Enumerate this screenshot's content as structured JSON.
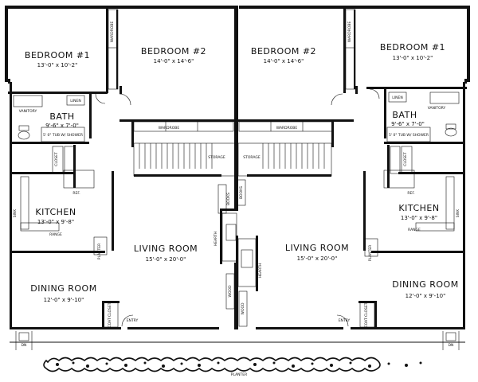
{
  "rooms": {
    "bedroom1_left": {
      "name": "BEDROOM #1",
      "dims": "13'-0\" x 10'-2\""
    },
    "bedroom2_left": {
      "name": "BEDROOM #2",
      "dims": "14'-0\" x 14'-6\""
    },
    "bedroom2_right": {
      "name": "BEDROOM #2",
      "dims": "14'-0\" x 14'-6\""
    },
    "bedroom1_right": {
      "name": "BEDROOM #1",
      "dims": "13'-0\" x 10'-2\""
    },
    "bath_left": {
      "name": "BATH",
      "dims": "9'-6\" x 7'-0\""
    },
    "bath_right": {
      "name": "BATH",
      "dims": "9'-6\" x 7'-0\""
    },
    "kitchen_left": {
      "name": "KITCHEN",
      "dims": "13'-0\" x 9'-8\""
    },
    "kitchen_right": {
      "name": "KITCHEN",
      "dims": "13'-0\" x 9'-8\""
    },
    "living_left": {
      "name": "LIVING ROOM",
      "dims": "15'-0\" x 20'-0\""
    },
    "living_right": {
      "name": "LIVING ROOM",
      "dims": "15'-0\" x 20'-0\""
    },
    "dining_left": {
      "name": "DINING ROOM",
      "dims": "12'-0\" x 9'-10\""
    },
    "dining_right": {
      "name": "DINING ROOM",
      "dims": "12'-0\" x 9'-10\""
    }
  },
  "small_labels": {
    "wardrobe": "WARDROBE",
    "linen": "LINEN",
    "vanitory": "VANITORY",
    "tub_shower": "5' 0\" TUB W/ SHOWER",
    "closet": "CLOSET",
    "storage": "STORAGE",
    "ref": "REF.",
    "range": "RANGE",
    "sink": "SINK",
    "hearth": "HEARTH",
    "books": "BOOKS",
    "wood": "WOOD",
    "planter": "PLANTER",
    "entry": "ENTRY",
    "dn": "DN",
    "coat_closet": "COAT CLOSET"
  },
  "planter_label": "PLANTER"
}
